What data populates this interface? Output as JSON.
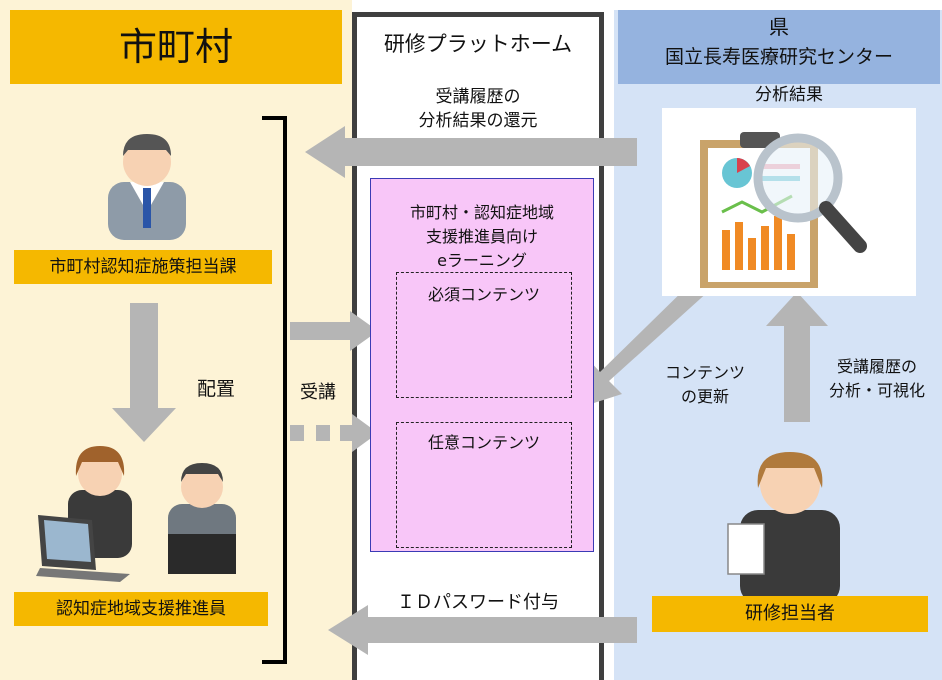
{
  "left": {
    "title": "市町村",
    "dept_label": "市町村認知症施策担当課",
    "haichi_label": "配置",
    "jukou_label": "受講",
    "promoter_label": "認知症地域支援推進員"
  },
  "mid": {
    "title": "研修プラットホーム",
    "return_label_line1": "受講履歴の",
    "return_label_line2": "分析結果の還元",
    "elearning_line1": "市町村・認知症地域",
    "elearning_line2": "支援推進員向け",
    "elearning_line3": "eラーニング",
    "required_label": "必須コンテンツ",
    "optional_label": "任意コンテンツ",
    "id_label": "ＩＤパスワード付与"
  },
  "right": {
    "title_line1": "県",
    "title_line2": "国立長寿医療研究センター",
    "analysis_label": "分析結果",
    "update_line1": "コンテンツ",
    "update_line2": "の更新",
    "visualize_line1": "受講履歴の",
    "visualize_line2": "分析・可視化",
    "staff_label": "研修担当者"
  },
  "colors": {
    "accent_yellow": "#f5b800",
    "left_bg": "#fdf3d6",
    "right_bg": "#d5e3f6",
    "right_header": "#95b3df",
    "pink_box": "#f8c6f8",
    "arrow_gray": "#b5b5b5"
  }
}
